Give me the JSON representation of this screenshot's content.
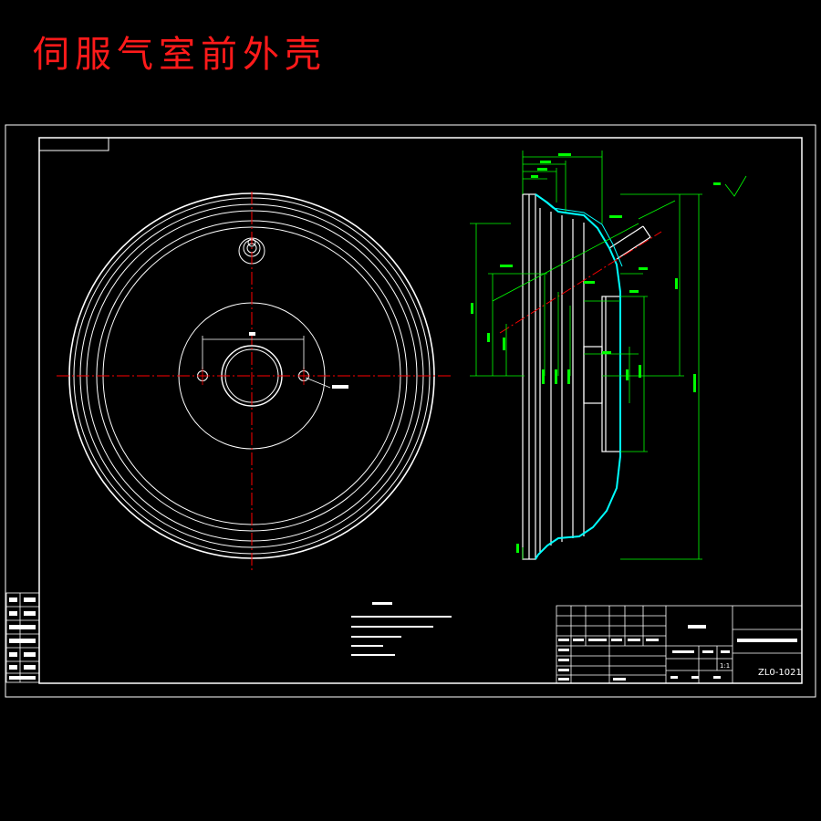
{
  "title": "伺服气室前外壳",
  "colors": {
    "background": "#000000",
    "title": "#ff1a1a",
    "outline": "#ffffff",
    "dimension": "#00ff00",
    "centerline": "#ff0000",
    "section": "#00ffff"
  },
  "title_block": {
    "drawing_number": "ZL0-1021",
    "scale": "1:1"
  }
}
